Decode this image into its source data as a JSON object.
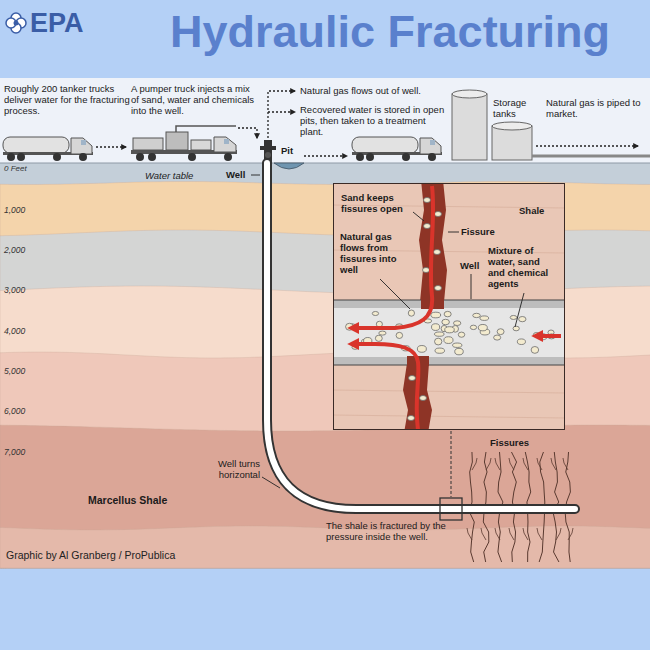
{
  "diagram": {
    "title": "Hydraulic Fracturing",
    "caption": "Graphic by Al Granberg / ProPublica",
    "nodes": [
      {
        "text": [
          "Sand keeps fissures open",
          "Shale",
          "Fissure",
          "Natural gas flows from fissures into well",
          "Well",
          "Mixture of water, sand and chemical agents"
        ]
      }
    ],
    "labels": [
      "EPA",
      "Roughly 200 tanker trucks deliver water for the fracturing process.",
      "A pumper truck injects a mix of sand, water and chemicals into the well.",
      "Natural gas flows out of well.",
      "Recovered water is stored in open pits, then taken to a treatment plant.",
      "Storage tanks",
      "Natural gas is piped to market.",
      "Pit",
      "0 Feet",
      "Water table",
      "Well",
      "1,000",
      "2,000",
      "3,000",
      "4,000",
      "5,000",
      "6,000",
      "7,000",
      "Fissures",
      "Well turns horizontal",
      "Marcellus Shale",
      "The shale is fractured by the pressure inside the well."
    ]
  }
}
